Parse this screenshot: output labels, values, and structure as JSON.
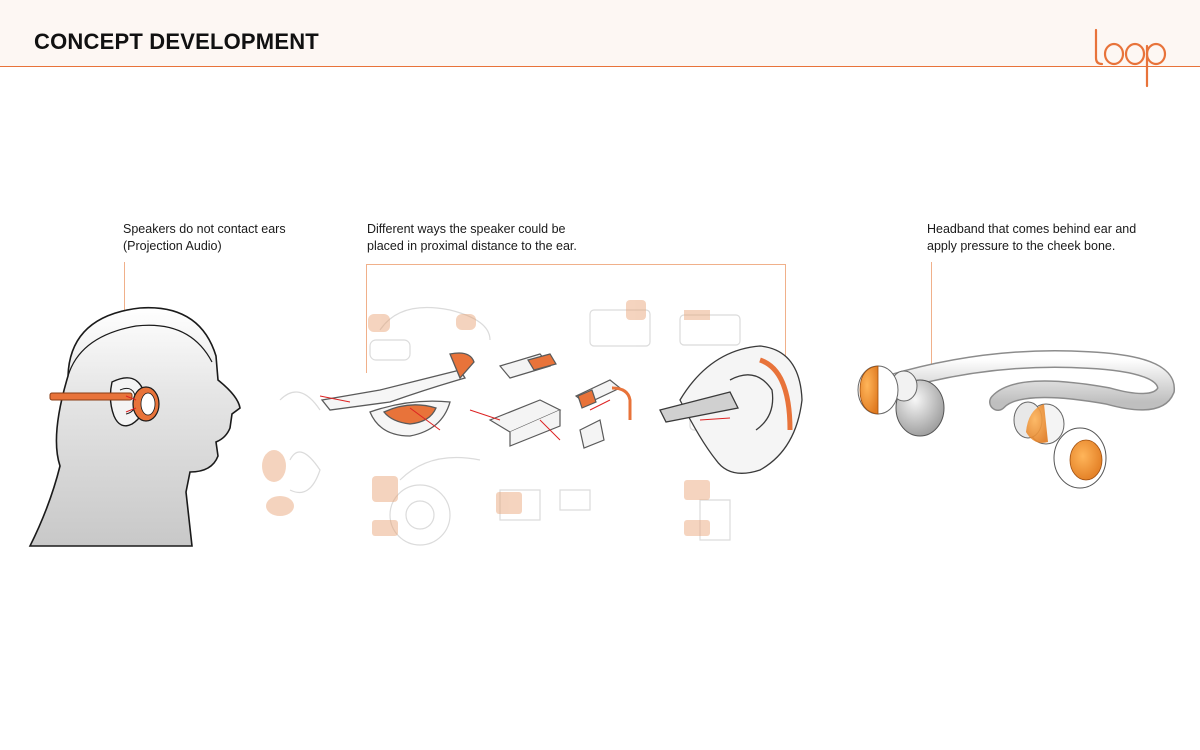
{
  "header": {
    "title": "CONCEPT DEVELOPMENT",
    "logo_text": "loop"
  },
  "annotations": {
    "concept1": {
      "line1": "Speakers do not contact ears",
      "line2": "(Projection Audio)"
    },
    "concept2": {
      "line1": "Different ways the speaker could be",
      "line2": "placed in proximal distance to the ear."
    },
    "concept3": {
      "line1": "Headband that comes behind ear and",
      "line2": "apply pressure to the cheek bone."
    }
  },
  "colors": {
    "accent": "#e8733a",
    "header_bg": "#fdf7f3",
    "skin_shade": "#d9d9d9",
    "sketch_line": "#7a7a7a"
  },
  "icons": {
    "logo": "loop-logo-icon"
  }
}
